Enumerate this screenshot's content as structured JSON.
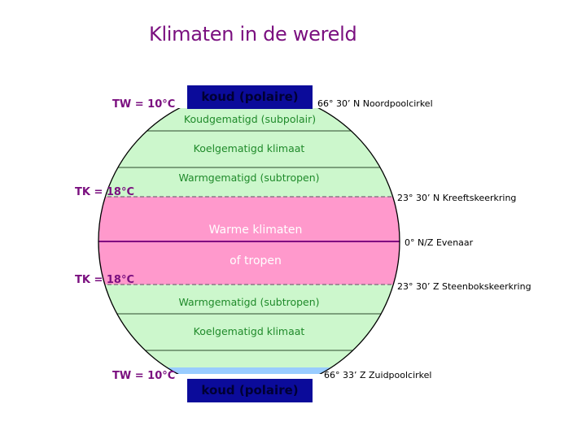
{
  "title": "Klimaten in de wereld",
  "colors": {
    "title": "#7a0f7f",
    "temperate_fill": "#ccf7cc",
    "tropics_fill": "#ff99cc",
    "polar_box": "#0b0b9a",
    "polar_strip": "#99ccff",
    "equator_line": "#800080",
    "zone_text": "#1f8a2a"
  },
  "zones": {
    "north_polar": "koud (polaire)",
    "north_subpolar": "Koudgematigd (subpolair)",
    "north_cool": "Koelgematigd klimaat",
    "north_subtropic": "Warmgematigd (subtropen)",
    "tropics_line1": "Warme klimaten",
    "tropics_line2": "of tropen",
    "south_subtropic": "Warmgematigd (subtropen)",
    "south_cool": "Koelgematigd klimaat",
    "south_polar": "koud (polaire)"
  },
  "temperature_labels": {
    "north_polar": "TW = 10°C",
    "north_tropic": "TK = 18°C",
    "south_tropic": "TK = 18°C",
    "south_polar": "TW = 10°C"
  },
  "latitude_labels": {
    "arctic": "66° 30’ N  Noordpoolcirkel",
    "cancer": "23° 30’ N  Kreeftskeerkring",
    "equator": "0° N/Z  Evenaar",
    "capricorn": "23° 30’ Z  Steenbokskeerkring",
    "antarctic": "66° 33’ Z  Zuidpoolcirkel"
  }
}
